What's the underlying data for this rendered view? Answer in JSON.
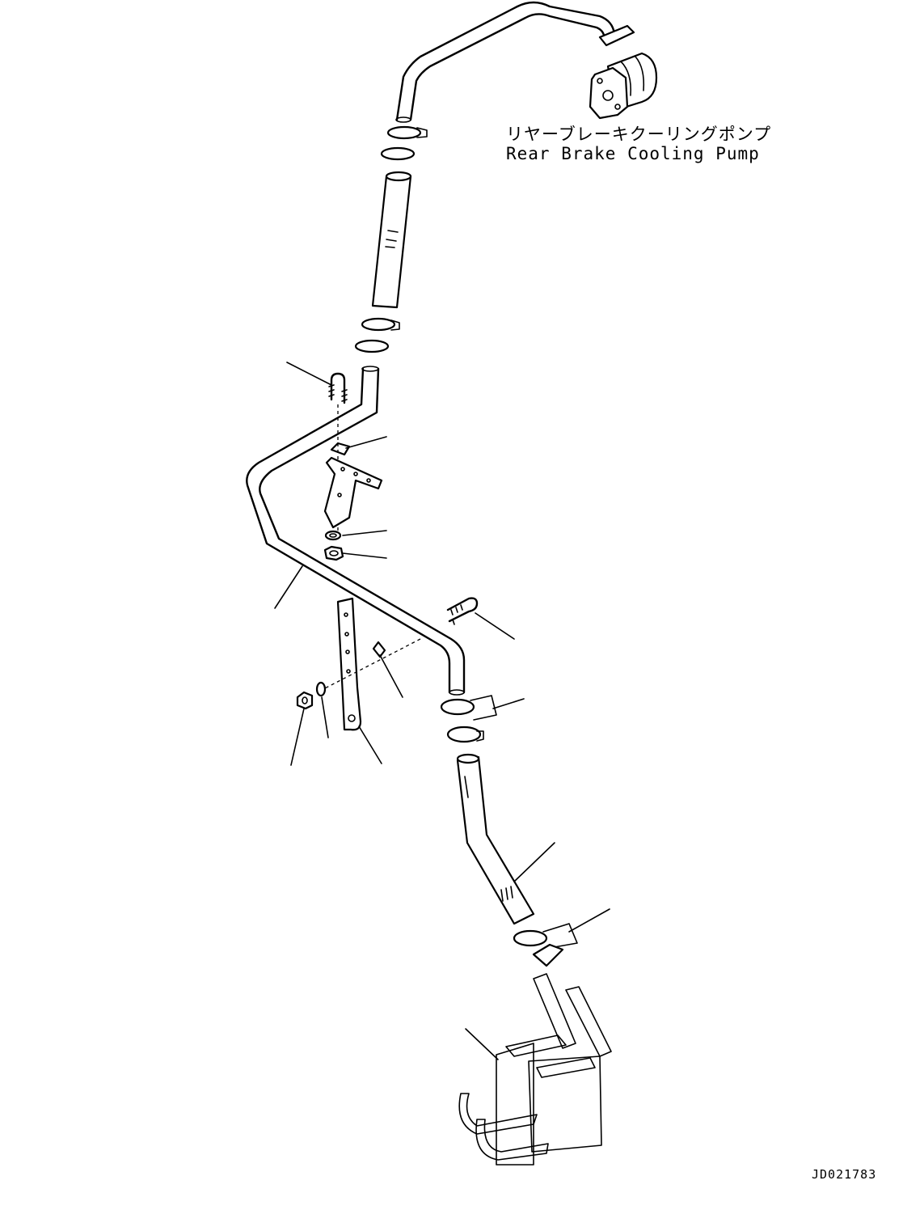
{
  "labels": {
    "pump_jp": "リヤーブレーキクーリングポンプ",
    "pump_en": "Rear Brake Cooling Pump",
    "drawing_id": "JD021783"
  }
}
